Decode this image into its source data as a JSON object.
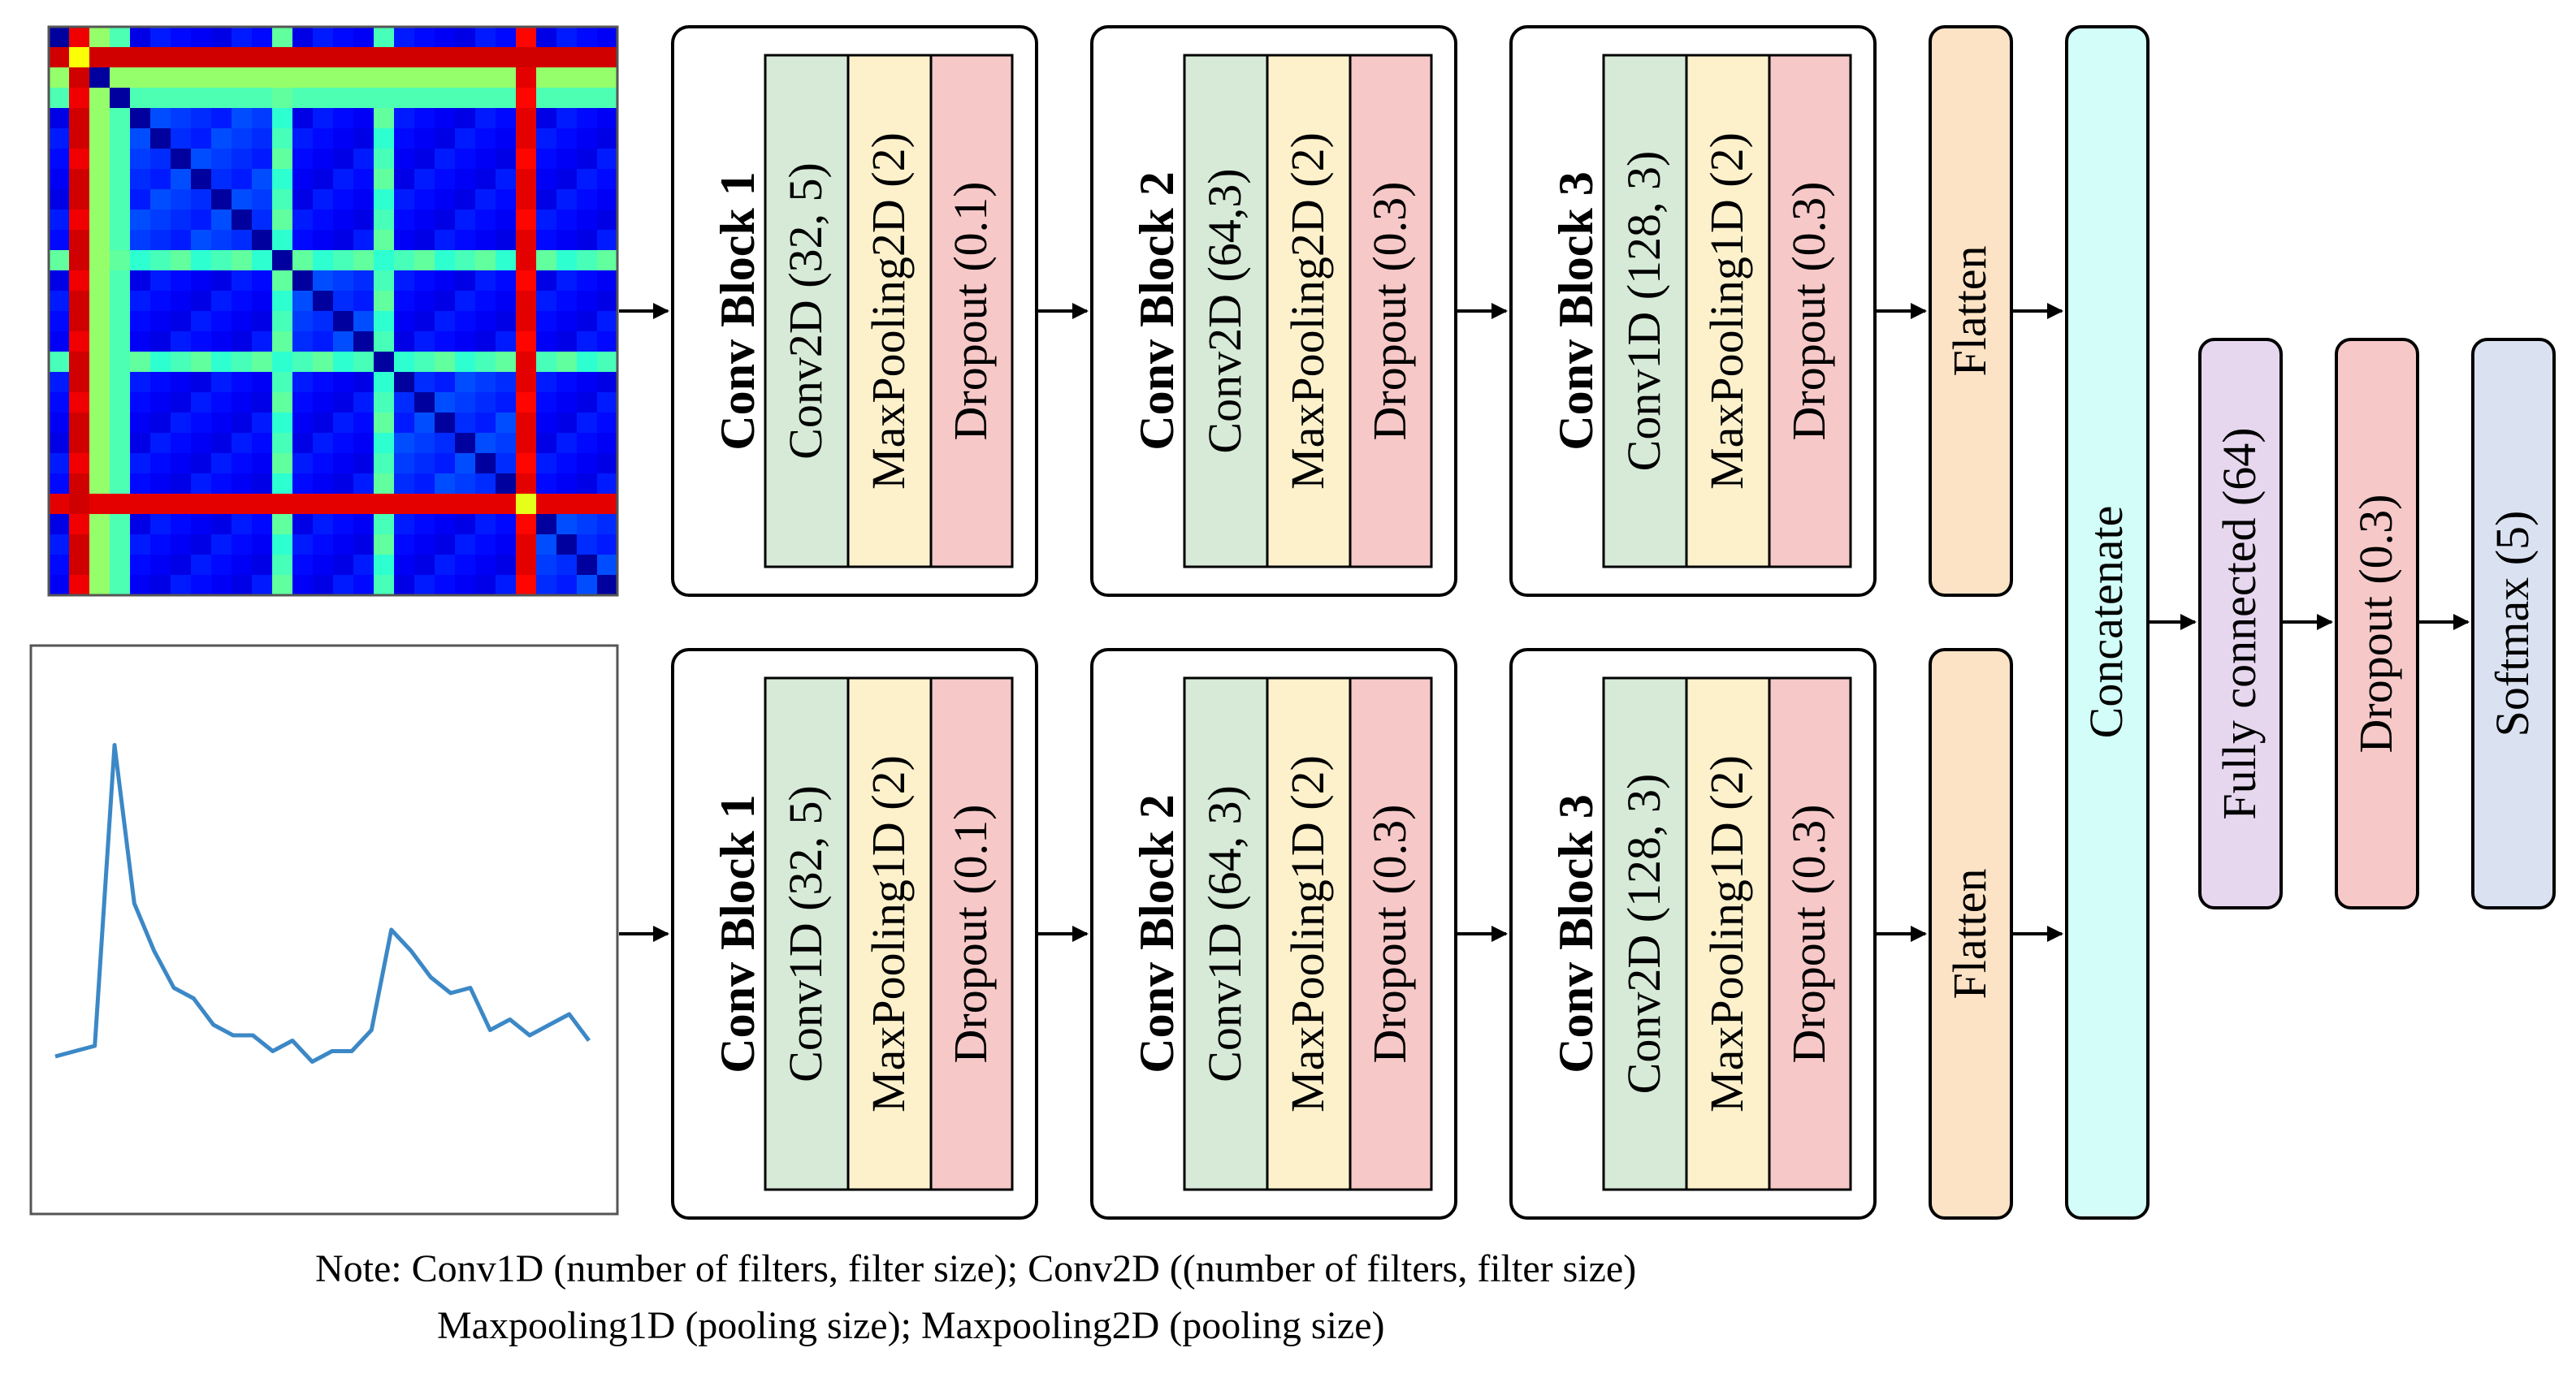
{
  "colors": {
    "conv": "#d6ead7",
    "pool": "#fdf1cc",
    "drop": "#f6c8c8",
    "flatten": "#fce3c5",
    "concat": "#d2fdf8",
    "fc": "#e6d7ef",
    "dropout": "#f6c8c8",
    "softmax": "#dae2f2",
    "signal_line": "#3c88c6",
    "arrow": "#000000"
  },
  "heatmap": {
    "colormap": "jet",
    "description_values": [
      0.08,
      0.12,
      0.18,
      0.25,
      0.4,
      0.55,
      0.85,
      0.95
    ]
  },
  "signal": {
    "values": [
      0.26,
      0.27,
      0.28,
      0.85,
      0.55,
      0.46,
      0.39,
      0.37,
      0.32,
      0.3,
      0.3,
      0.27,
      0.29,
      0.25,
      0.27,
      0.27,
      0.31,
      0.5,
      0.46,
      0.41,
      0.38,
      0.39,
      0.31,
      0.33,
      0.3,
      0.32,
      0.34,
      0.29
    ]
  },
  "top_branch": {
    "blocks": [
      {
        "title": "Conv Block 1",
        "layers": [
          "Conv2D (32, 5)",
          "MaxPooling2D (2)",
          "Dropout (0.1)"
        ]
      },
      {
        "title": "Conv Block 2",
        "layers": [
          "Conv2D (64,3)",
          "MaxPooling2D (2)",
          "Dropout (0.3)"
        ]
      },
      {
        "title": "Conv Block 3",
        "layers": [
          "Conv1D (128, 3)",
          "MaxPooling1D (2)",
          "Dropout (0.3)"
        ]
      }
    ],
    "flatten": "Flatten"
  },
  "bottom_branch": {
    "blocks": [
      {
        "title": "Conv Block 1",
        "layers": [
          "Conv1D (32, 5)",
          "MaxPooling1D (2)",
          "Dropout (0.1)"
        ]
      },
      {
        "title": "Conv Block 2",
        "layers": [
          "Conv1D (64, 3)",
          "MaxPooling1D (2)",
          "Dropout (0.3)"
        ]
      },
      {
        "title": "Conv Block 3",
        "layers": [
          "Conv2D (128, 3)",
          "MaxPooling1D (2)",
          "Dropout (0.3)"
        ]
      }
    ],
    "flatten": "Flatten"
  },
  "head": {
    "concatenate": "Concatenate",
    "fully_connected": "Fully connected (64)",
    "dropout": "Dropout (0.3)",
    "softmax": "Softmax (5)"
  },
  "note": {
    "line1": "Note: Conv1D (number of filters, filter size); Conv2D ((number of filters, filter size)",
    "line2": "Maxpooling1D (pooling size); Maxpooling2D (pooling size)"
  }
}
